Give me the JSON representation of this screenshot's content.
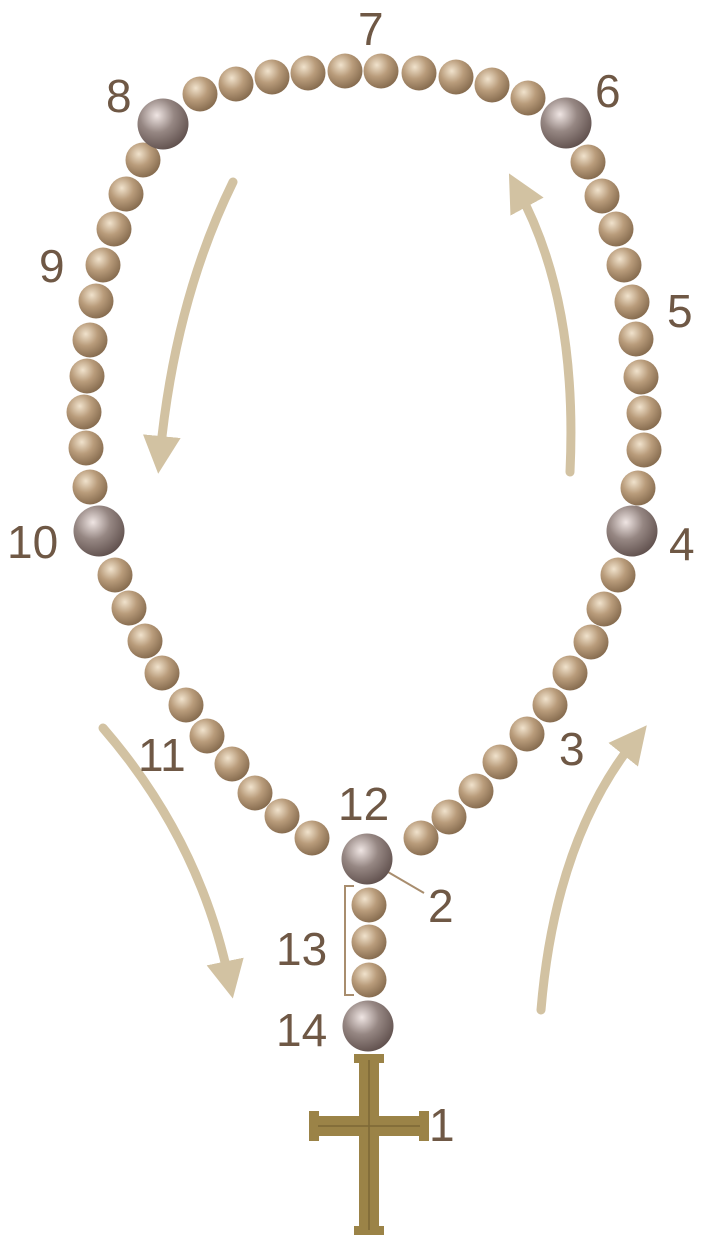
{
  "labels": {
    "n1": "1",
    "n2": "2",
    "n3": "3",
    "n4": "4",
    "n5": "5",
    "n6": "6",
    "n7": "7",
    "n8": "8",
    "n9": "9",
    "n10": "10",
    "n11": "11",
    "n12": "12",
    "n13": "13",
    "n14": "14"
  },
  "colors": {
    "small_bead": "#a88d6e",
    "small_bead_highlight": "#f0e2cc",
    "large_bead": "#8a7b78",
    "large_bead_highlight": "#efe5e3",
    "arrow": "#d2c2a2",
    "cross": "#9b8347",
    "label": "#6f5845"
  }
}
